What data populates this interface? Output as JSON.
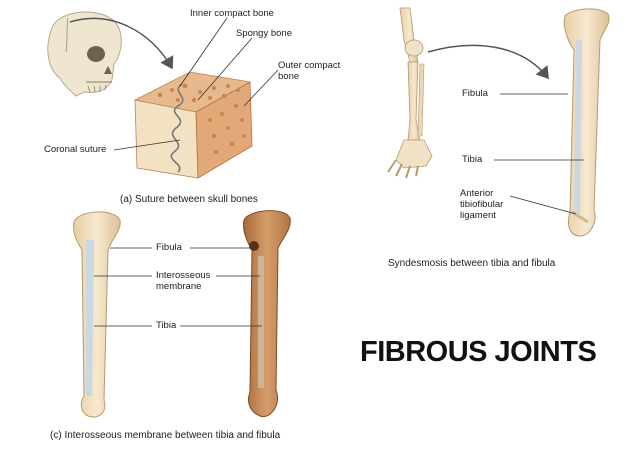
{
  "title": "FIBROUS JOINTS",
  "panel_a": {
    "caption": "(a) Suture between skull bones",
    "labels": {
      "inner_compact": "Inner compact bone",
      "spongy": "Spongy bone",
      "outer_compact_1": "Outer compact",
      "outer_compact_2": "bone",
      "coronal_suture": "Coronal suture"
    }
  },
  "panel_b": {
    "caption": "Syndesmosis between tibia and fibula",
    "labels": {
      "fibula": "Fibula",
      "tibia": "Tibia",
      "ligament_1": "Anterior",
      "ligament_2": "tibiofibular",
      "ligament_3": "ligament"
    }
  },
  "panel_c": {
    "caption": "(c) Interosseous membrane between tibia and fibula",
    "labels": {
      "fibula": "Fibula",
      "membrane_1": "Interosseous",
      "membrane_2": "membrane",
      "tibia": "Tibia"
    }
  },
  "colors": {
    "bone": "#f3e3c4",
    "bone_shade": "#d9b98a",
    "spongy": "#e8b98c",
    "membrane": "#c9d6e6",
    "dark_bone": "#c98f5c",
    "arrow": "#555555"
  }
}
